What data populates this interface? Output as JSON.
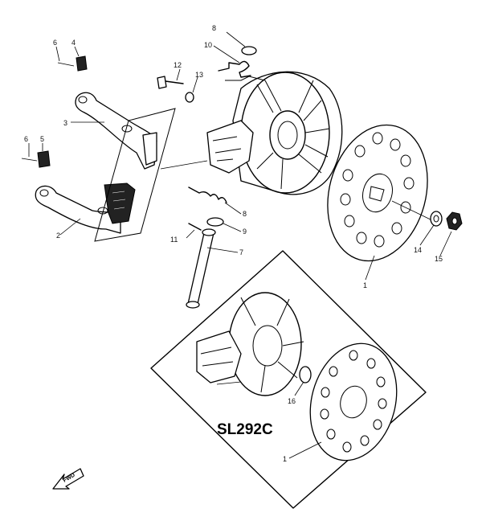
{
  "model_label": "SL292C",
  "direction_label": "FWD",
  "callouts": {
    "n1_main": "1",
    "n1_inset": "1",
    "n2": "2",
    "n3": "3",
    "n4": "4",
    "n5": "5",
    "n6_top": "6",
    "n6_left": "6",
    "n7": "7",
    "n8_top": "8",
    "n8_spring": "8",
    "n9": "9",
    "n10": "10",
    "n11": "11",
    "n12": "12",
    "n13": "13",
    "n14": "14",
    "n15": "15",
    "n16": "16"
  }
}
